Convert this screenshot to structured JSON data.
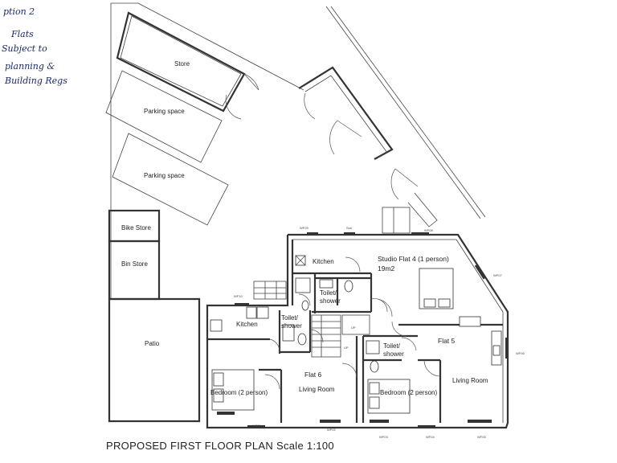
{
  "handwritten_note": [
    "ption 2",
    "Flats",
    "Subject to",
    "planning &",
    "Building Regs"
  ],
  "rooms": {
    "store": "Store",
    "parking_1": "Parking space",
    "parking_2": "Parking space",
    "bike_store": "Bike Store",
    "bin_store": "Bin Store",
    "patio": "Patio",
    "kitchen_studio": "Kitchen",
    "studio_title": "Studio Flat 4 (1 person)",
    "studio_area": "19m2",
    "toilet_studio": [
      "Toilet/",
      "shower"
    ],
    "kitchen_flat6": "Kitchen",
    "toilet_flat6": [
      "Toilet/",
      "shower"
    ],
    "flat6": "Flat 6",
    "living_flat6": "Living Room",
    "bedroom_flat6": "Bedroom (2 person)",
    "flat5": "Flat 5",
    "toilet_flat5": [
      "Toilet/",
      "shower"
    ],
    "living_flat5": "Living Room",
    "bedroom_flat5": "Bedroom (2 person)"
  },
  "window_tags": [
    "WF09",
    "Sun",
    "WF08",
    "WF07",
    "WF10",
    "WF06",
    "WF01",
    "WF02",
    "WF03",
    "WF04",
    "WF05"
  ],
  "stair_tags": [
    "UP",
    "UP"
  ],
  "caption": "PROPOSED FIRST FLOOR PLAN Scale 1:100"
}
